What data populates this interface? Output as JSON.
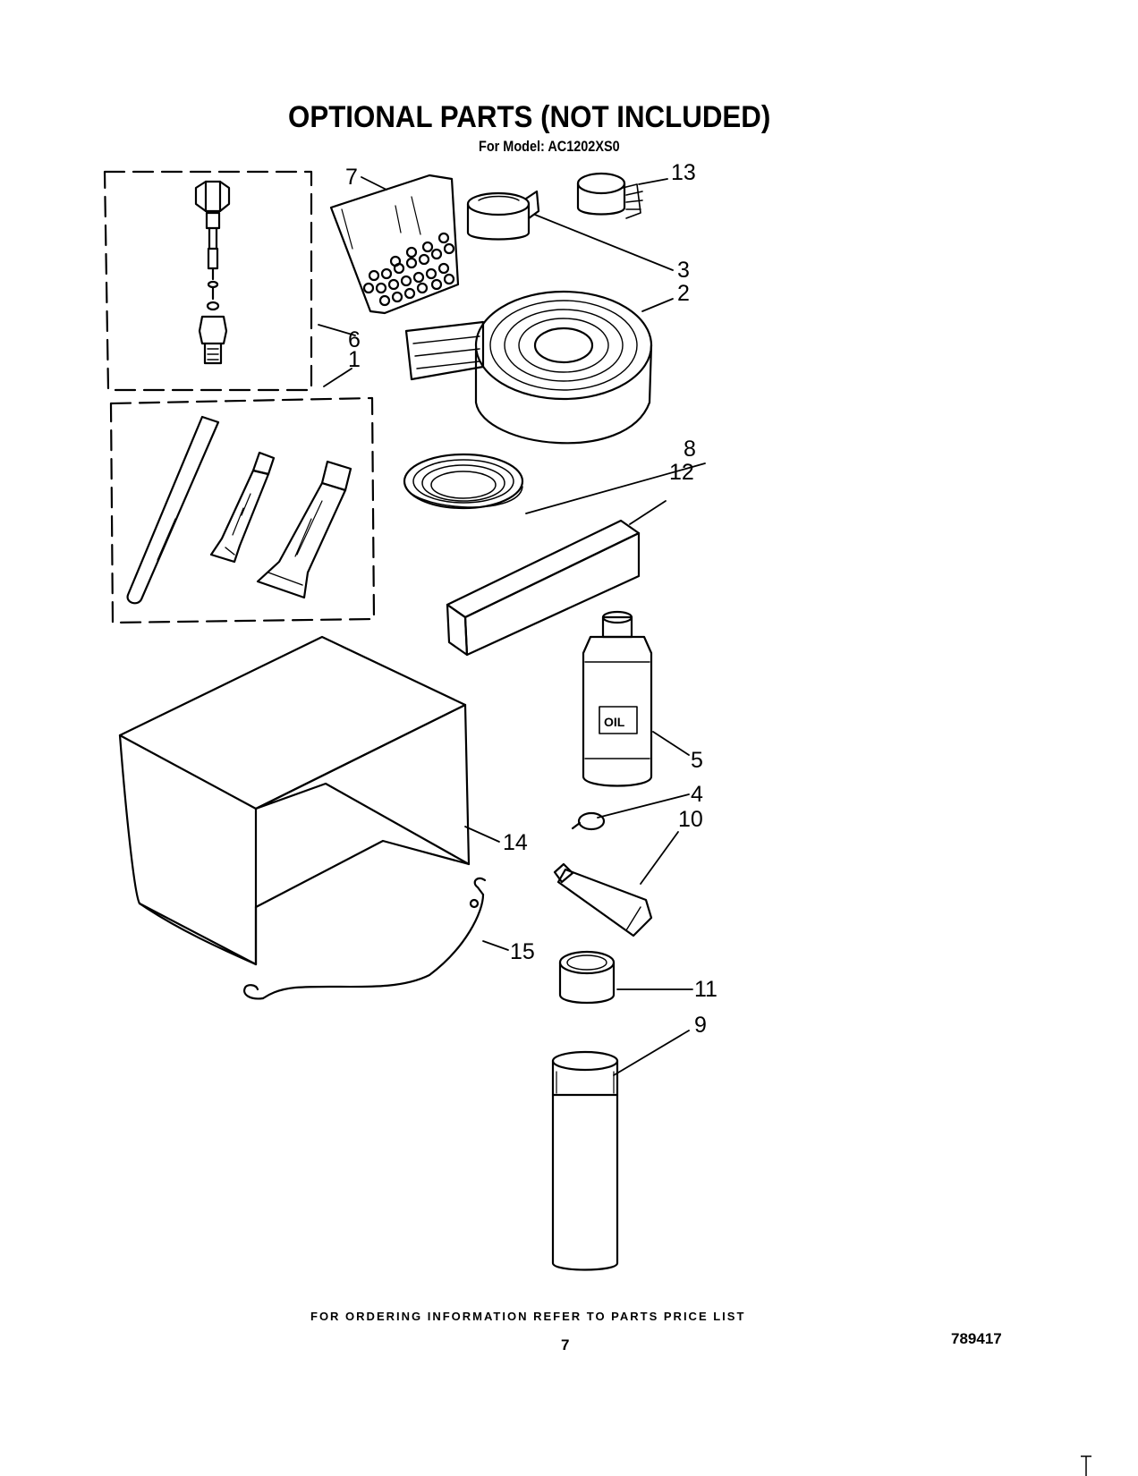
{
  "header": {
    "title": "OPTIONAL PARTS  (NOT INCLUDED)",
    "model_line": "For Model: AC1202XS0"
  },
  "callouts": [
    "1",
    "2",
    "3",
    "4",
    "5",
    "6",
    "7",
    "8",
    "9",
    "10",
    "11",
    "12",
    "13",
    "14",
    "15"
  ],
  "labels": {
    "oil": "OIL"
  },
  "footer": {
    "ordering": "FOR ORDERING INFORMATION REFER TO PARTS PRICE LIST",
    "page_number": "7",
    "doc_number": "789417"
  }
}
